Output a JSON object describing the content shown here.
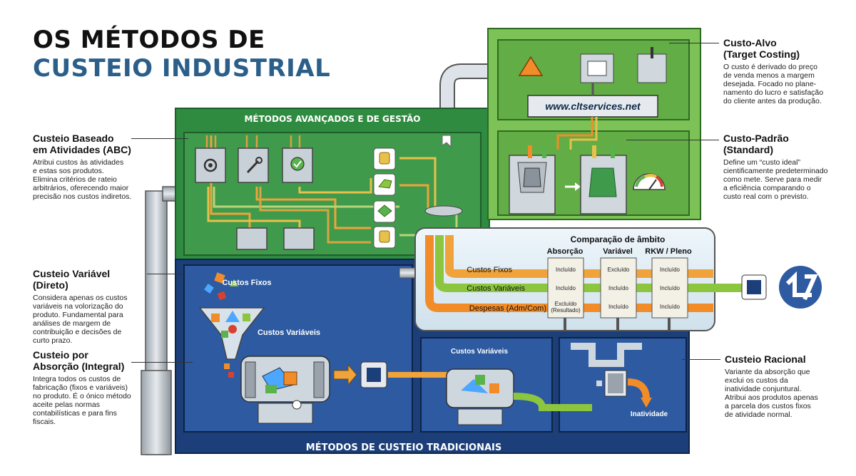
{
  "title": {
    "line1": "OS MÉTODOS DE",
    "line2": "CUSTEIO INDUSTRIAL"
  },
  "colors": {
    "green_dark": "#2e8b3f",
    "green_light": "#6fbf4f",
    "blue_dark": "#1c3f7a",
    "blue_mid": "#2d5aa0",
    "orange": "#f28c28",
    "accent_title": "#2b5f8a"
  },
  "sections": {
    "advanced": "MÉTODOS AVANÇADOS E DE GESTÃO",
    "traditional": "MÉTODOS DE CUSTEIO TRADICIONAIS"
  },
  "website": "www.cltservices.net",
  "annotations": {
    "abc": {
      "title1": "Custeio Baseado",
      "title2": "em Atividades (ABC)",
      "desc": [
        "Atribui custos às atividades",
        "e estas sos produtos.",
        "Elimina critérios de rateio",
        "arbitrários, oferecendo maior",
        "precisão nos custos indiretos."
      ]
    },
    "variavel": {
      "title1": "Custeio Variável (Direto)",
      "desc": [
        "Considera apenas os custos",
        "variáveis na volorização do",
        "produto. Fundamental para",
        "análises de margem de",
        "contribuição e decisões de",
        "curto prazo."
      ]
    },
    "absorcao": {
      "title1": "Custeio por",
      "title2": "Absorção (Integral)",
      "desc": [
        "Integra todos os custos de",
        "fabricação (fixos e variáveis)",
        "no produto. É o ónico método",
        "aceite pelas normas",
        "contabilísticas e para fins",
        "fiscais."
      ]
    },
    "alvo": {
      "title1": "Custo-Alvo",
      "title2": "(Target Costing)",
      "desc": [
        "O custo é derivado do preço",
        "de venda menos a margem",
        "desejada. Focado no plane-",
        "namento do lucro e satisfação",
        "do cliente antes da produção."
      ]
    },
    "padrao": {
      "title1": "Custo-Padrão",
      "title2": "(Standard)",
      "desc": [
        "Define um “custo ideal”",
        "cientificamente predeterminado",
        "como mete. Serve para medir",
        "a eficiência comparando o",
        "custo real com o previsto."
      ]
    },
    "racional": {
      "title1": "Custeio Racional",
      "desc": [
        "Variante da absorção que",
        "exclui os custos da",
        "inatividade conjuntural.",
        "Atribui aos produtos apenas",
        "a parcela dos custos fixos",
        "de atividade normal."
      ]
    }
  },
  "comparison": {
    "title": "Comparação de âmbito",
    "columns": [
      "Absorção",
      "Variável",
      "RKW / Pleno"
    ],
    "rows": [
      {
        "label": "Custos Fixos",
        "cells": [
          "Incluído",
          "Excluído",
          "Incluído"
        ]
      },
      {
        "label": "Custos Variáveis",
        "cells": [
          "Incluído",
          "Incluído",
          "Incluído"
        ]
      },
      {
        "label": "Despesas (Adm/Com)",
        "cells": [
          "Excluído (Resultado)",
          "Incluído",
          "Incluído"
        ]
      }
    ]
  },
  "labels": {
    "custos_fixos": "Custos Fixos",
    "custos_variaveis_1": "Custos Variáveis",
    "custos_variaveis_2": "Custos Variáveis",
    "inatividade": "Inatividade"
  },
  "icons": [
    "gear-icon",
    "wrench-icon",
    "check-icon",
    "triangle-icon",
    "gauge-icon",
    "brand-logo"
  ]
}
